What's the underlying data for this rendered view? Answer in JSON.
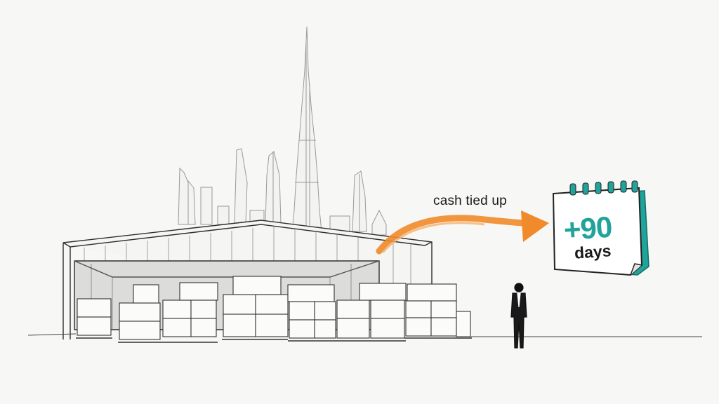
{
  "arrow": {
    "label": "cash tied up",
    "color": "#f08a2a"
  },
  "calendar": {
    "number": "+90",
    "unit": "days",
    "accent_color": "#1fa39a"
  },
  "icons": [
    "skyline-illustration",
    "warehouse-illustration",
    "pallet-stack-illustration",
    "person-illustration",
    "calendar-icon",
    "curved-arrow-icon"
  ]
}
